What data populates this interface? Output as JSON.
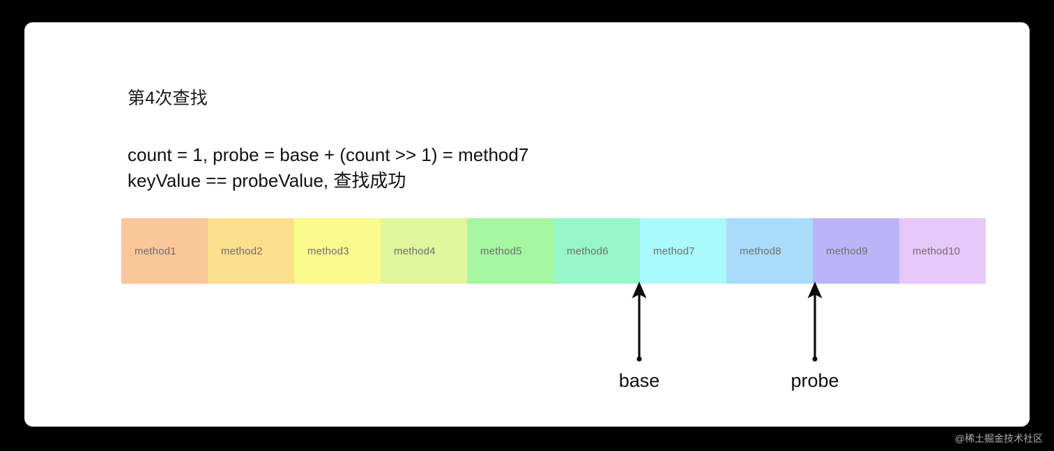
{
  "slide": {
    "title": "第4次查找",
    "formula_lines": [
      "count = 1, probe = base + (count >> 1) = method7",
      "keyValue == probeValue, 查找成功"
    ]
  },
  "bucket_strip": {
    "buckets": [
      {
        "label": "method1",
        "color": "#fac69a"
      },
      {
        "label": "method2",
        "color": "#fbdf8d"
      },
      {
        "label": "method3",
        "color": "#fbfb8d"
      },
      {
        "label": "method4",
        "color": "#dff79a"
      },
      {
        "label": "method5",
        "color": "#a5f7a0"
      },
      {
        "label": "method6",
        "color": "#97f7c8"
      },
      {
        "label": "method7",
        "color": "#aaf9fb"
      },
      {
        "label": "method8",
        "color": "#a9dcfa"
      },
      {
        "label": "method9",
        "color": "#bdb4f7"
      },
      {
        "label": "method10",
        "color": "#e8c7f9"
      }
    ]
  },
  "pointers": [
    {
      "name": "base",
      "label": "base"
    },
    {
      "name": "probe",
      "label": "probe"
    }
  ],
  "watermark": {
    "text": "@稀土掘金技术社区"
  },
  "colors": {
    "page_background": "#000000",
    "card_background": "#ffffff",
    "text": "#111111",
    "bucket_label": "#6e6e6e",
    "arrow": "#0d0d0d"
  }
}
